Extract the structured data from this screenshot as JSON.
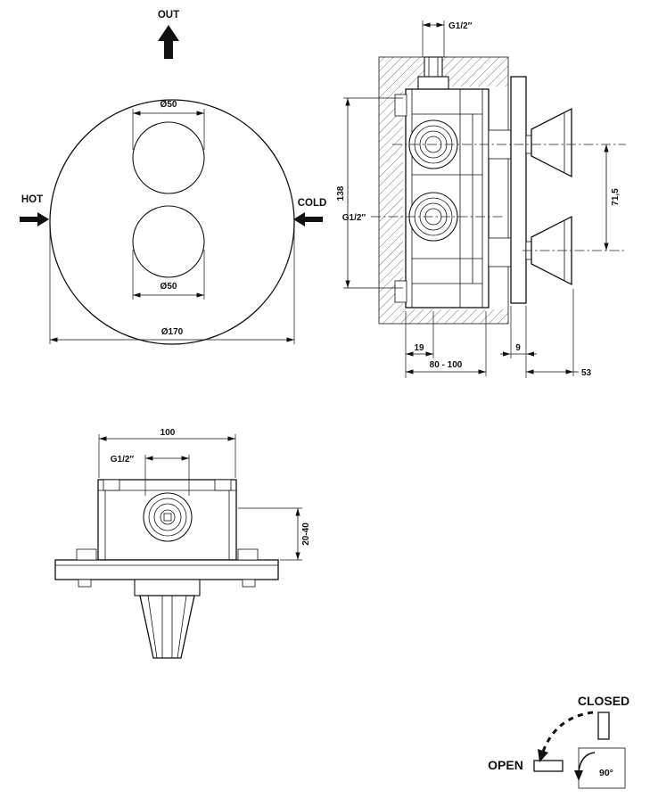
{
  "front_view": {
    "out_label": "OUT",
    "hot_label": "HOT",
    "cold_label": "COLD",
    "top_handle_diameter": "Ø50",
    "bottom_handle_diameter": "Ø50",
    "plate_diameter": "Ø170"
  },
  "section_view": {
    "top_port_thread": "G1/2″",
    "vertical_span": "138",
    "side_port_thread": "G1/2″",
    "handle_span": "71,5",
    "port_offset": "19",
    "rough_in_depth": "80 - 100",
    "plate_thickness": "9",
    "handle_projection": "53"
  },
  "top_view": {
    "body_width": "100",
    "port_thread": "G1/2″",
    "finish_wall_range": "20-40"
  },
  "operation": {
    "closed_label": "CLOSED",
    "open_label": "OPEN",
    "rotation_angle": "90°"
  }
}
